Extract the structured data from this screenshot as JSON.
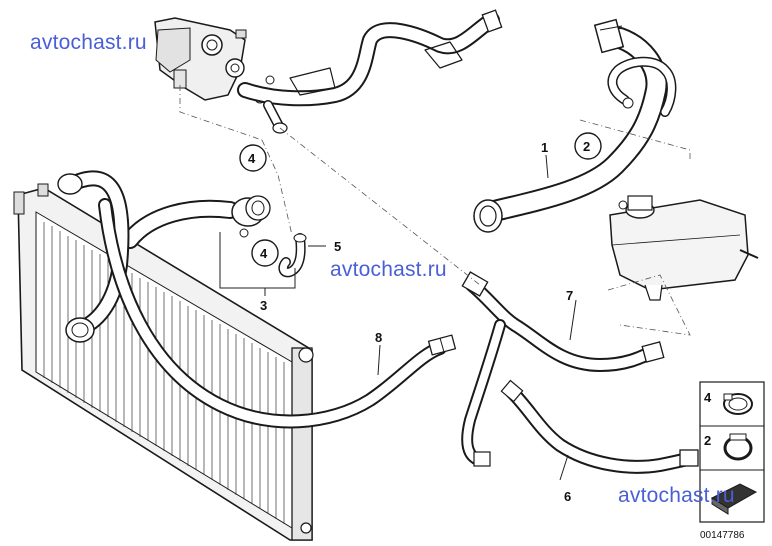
{
  "watermarks": {
    "top_left": "avtochast.ru",
    "center": "avtochast.ru",
    "bottom_right": "avtochast.ru"
  },
  "callouts": {
    "c1": "1",
    "c2": "2",
    "c3": "3",
    "c4a": "4",
    "c4b": "4",
    "c5": "5",
    "c6": "6",
    "c7": "7",
    "c8": "8"
  },
  "legend": {
    "item_top": "4",
    "item_mid": "2"
  },
  "diagram_code": "00147786"
}
